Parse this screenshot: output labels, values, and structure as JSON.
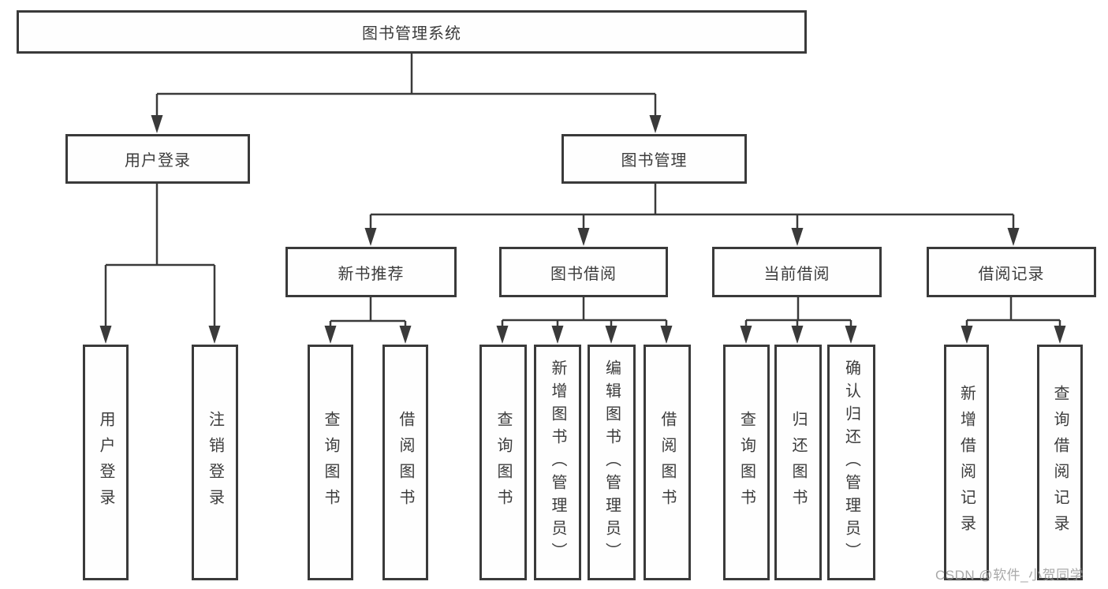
{
  "diagram_title": "图书管理系统",
  "tree": {
    "root": {
      "label": "图书管理系统"
    },
    "level2": [
      {
        "label": "用户登录"
      },
      {
        "label": "图书管理"
      }
    ],
    "level3": [
      {
        "label": "新书推荐"
      },
      {
        "label": "图书借阅"
      },
      {
        "label": "当前借阅"
      },
      {
        "label": "借阅记录"
      }
    ],
    "leaves": {
      "login": [
        "用户登录",
        "注销登录"
      ],
      "recommend": [
        "查询图书",
        "借阅图书"
      ],
      "borrow": [
        "查询图书",
        "新增图书（管理员）",
        "编辑图书（管理员）",
        "借阅图书"
      ],
      "current": [
        "查询图书",
        "归还图书",
        "确认归还（管理员）"
      ],
      "records": [
        "新增借阅记录",
        "查询借阅记录"
      ]
    }
  },
  "watermark": "CSDN @软件_小贺同学",
  "colors": {
    "line": "#3a3a3a",
    "border": "#3a3a3a",
    "text": "#3c3c3c",
    "watermark_text": "#9b9b9b",
    "background": "#ffffff"
  }
}
